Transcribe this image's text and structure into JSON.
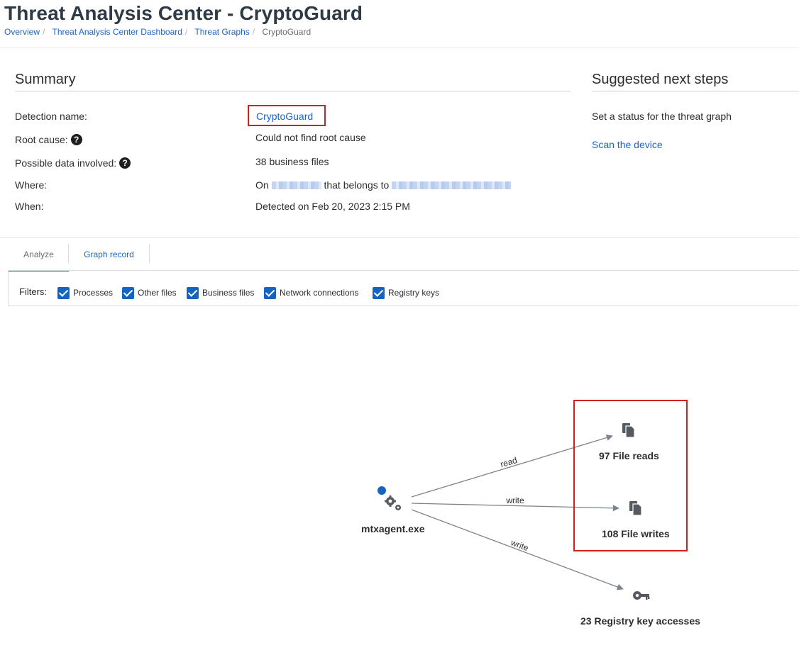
{
  "page": {
    "title": "Threat Analysis Center - CryptoGuard",
    "breadcrumbs": [
      "Overview",
      "Threat Analysis Center Dashboard",
      "Threat Graphs",
      "CryptoGuard"
    ]
  },
  "summary": {
    "heading": "Summary",
    "rows": {
      "detection": {
        "label": "Detection name:",
        "value": "CryptoGuard"
      },
      "root_cause": {
        "label": "Root cause:",
        "value": "Could not find root cause"
      },
      "data": {
        "label": "Possible data involved:",
        "value": "38 business files"
      },
      "where": {
        "label": "Where:",
        "prefix": "On",
        "middle": "that belongs to"
      },
      "when": {
        "label": "When:",
        "value": "Detected on Feb 20, 2023 2:15 PM"
      }
    },
    "help_glyph": "?"
  },
  "next_steps": {
    "heading": "Suggested next steps",
    "status_text": "Set a status for the threat graph",
    "scan_link": "Scan the device"
  },
  "tabs": [
    {
      "label": "Analyze",
      "active": true
    },
    {
      "label": "Graph record",
      "active": false
    }
  ],
  "filters": {
    "label": "Filters:",
    "items": [
      {
        "label": "Processes",
        "checked": true
      },
      {
        "label": "Other files",
        "checked": true
      },
      {
        "label": "Business files",
        "checked": true
      },
      {
        "label": "Network connections",
        "checked": true
      },
      {
        "label": "Registry keys",
        "checked": true
      }
    ]
  },
  "graph": {
    "source": {
      "label": "mtxagent.exe",
      "icon": "gears-icon",
      "status_color": "#1565c0"
    },
    "edges": [
      {
        "label": "read",
        "target": "97 File reads"
      },
      {
        "label": "write",
        "target": "108 File writes"
      },
      {
        "label": "write",
        "target": "23 Registry key accesses"
      }
    ],
    "nodes": [
      {
        "label": "97 File reads",
        "icon": "file-copy-icon"
      },
      {
        "label": "108 File writes",
        "icon": "file-copy-icon"
      },
      {
        "label": "23 Registry key accesses",
        "icon": "key-icon"
      }
    ]
  },
  "colors": {
    "link": "#1a64c8",
    "highlight": "#d21f1f",
    "checkbox": "#1565c0",
    "edge": "#7b838c"
  }
}
